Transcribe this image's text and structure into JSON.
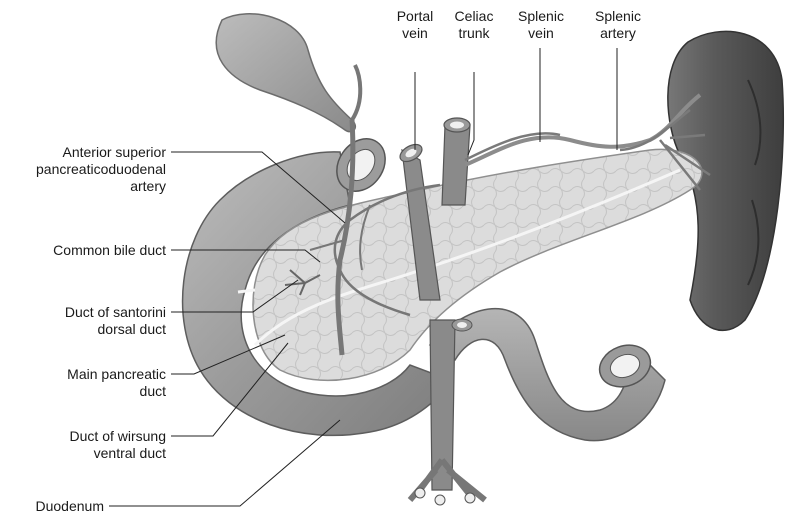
{
  "labels": {
    "portal_vein": [
      "Portal",
      "vein"
    ],
    "celiac_trunk": [
      "Celiac",
      "trunk"
    ],
    "splenic_vein": [
      "Splenic",
      "vein"
    ],
    "splenic_artery": [
      "Splenic",
      "artery"
    ],
    "anterior_superior_pdartery": [
      "Anterior superior",
      "pancreaticoduodenal",
      "artery"
    ],
    "common_bile_duct": [
      "Common bile duct"
    ],
    "duct_of_santorini": [
      "Duct of santorini",
      "dorsal duct"
    ],
    "main_pancreatic_duct": [
      "Main pancreatic",
      "duct"
    ],
    "duct_of_wirsung": [
      "Duct of wirsung",
      "ventral duct"
    ],
    "duodenum": [
      "Duodenum"
    ]
  },
  "colors": {
    "organ_light": "#d9d9d9",
    "organ_mid": "#a8a8a8",
    "organ_dark": "#6e6e6e",
    "spleen": "#585858",
    "leader_line": "#222222"
  }
}
